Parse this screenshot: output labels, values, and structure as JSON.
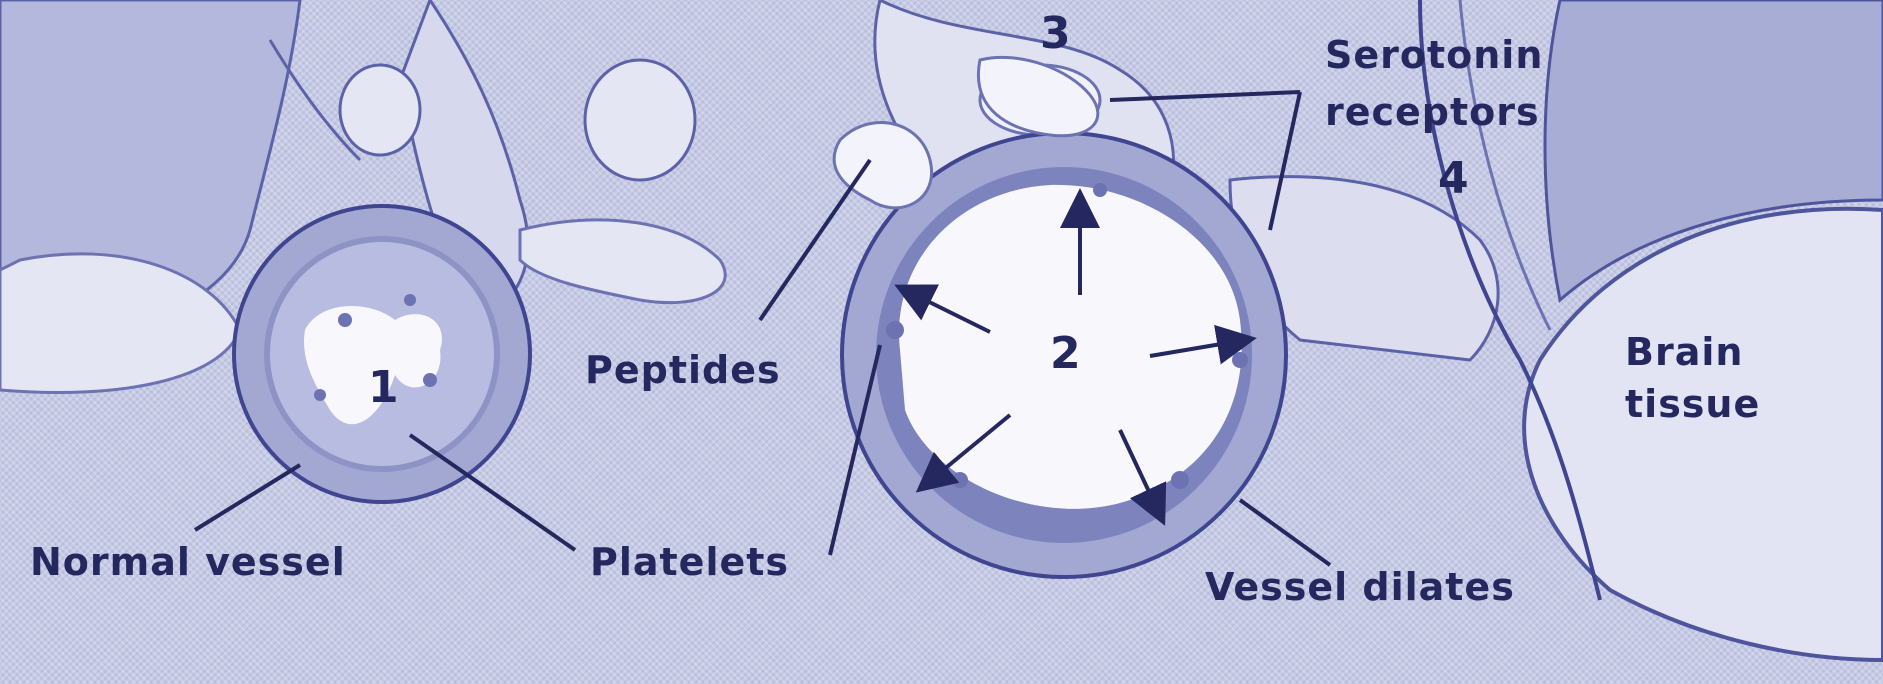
{
  "labels": {
    "normal_vessel": "Normal vessel",
    "platelets": "Platelets",
    "peptides": "Peptides",
    "serotonin_receptors_line1": "Serotonin",
    "serotonin_receptors_line2": "receptors",
    "vessel_dilates": "Vessel dilates",
    "brain_tissue_line1": "Brain",
    "brain_tissue_line2": "tissue"
  },
  "step_numbers": {
    "step1": "1",
    "step2": "2",
    "step3": "3",
    "step4": "4"
  },
  "colors": {
    "ink": "#24285e",
    "background": "#c6cae4",
    "tissue_light": "#e4e6f4",
    "tissue_mid": "#a3a8d2",
    "tissue_dark": "#5c62a8",
    "lumen": "#f7f7fc"
  }
}
